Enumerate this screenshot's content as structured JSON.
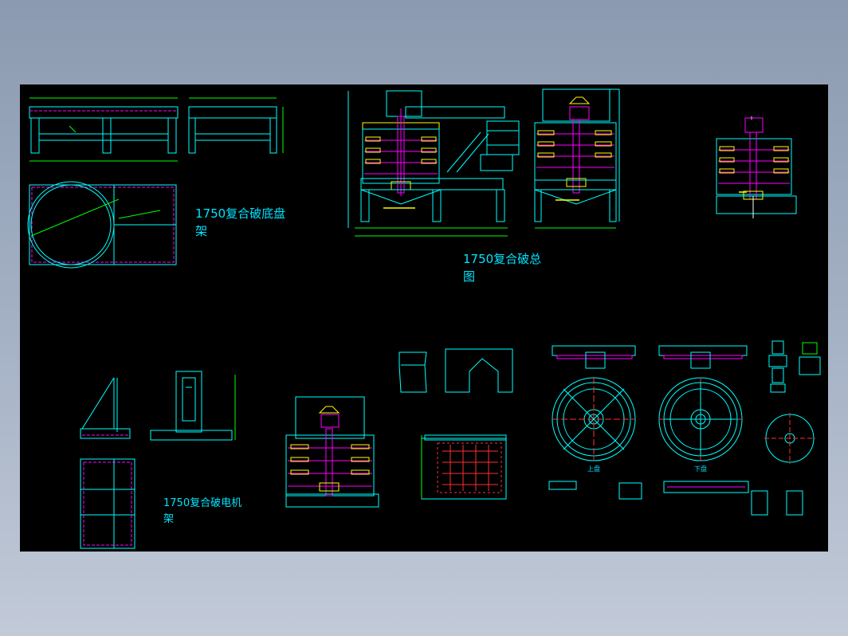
{
  "drawing": {
    "titles": {
      "base_frame": "1750复合破底盘\n架",
      "general_assembly": "1750复合破总\n图",
      "motor_frame": "1750复合破电机\n架"
    },
    "view_labels": {
      "upper_plate": "上盘",
      "lower_plate": "下盘"
    },
    "colors": {
      "background": "#000000",
      "outline": "#00ffff",
      "section": "#ff00ff",
      "hatch": "#ffff00",
      "green": "#00ff00",
      "red": "#ff3030",
      "white": "#ffffff"
    }
  }
}
